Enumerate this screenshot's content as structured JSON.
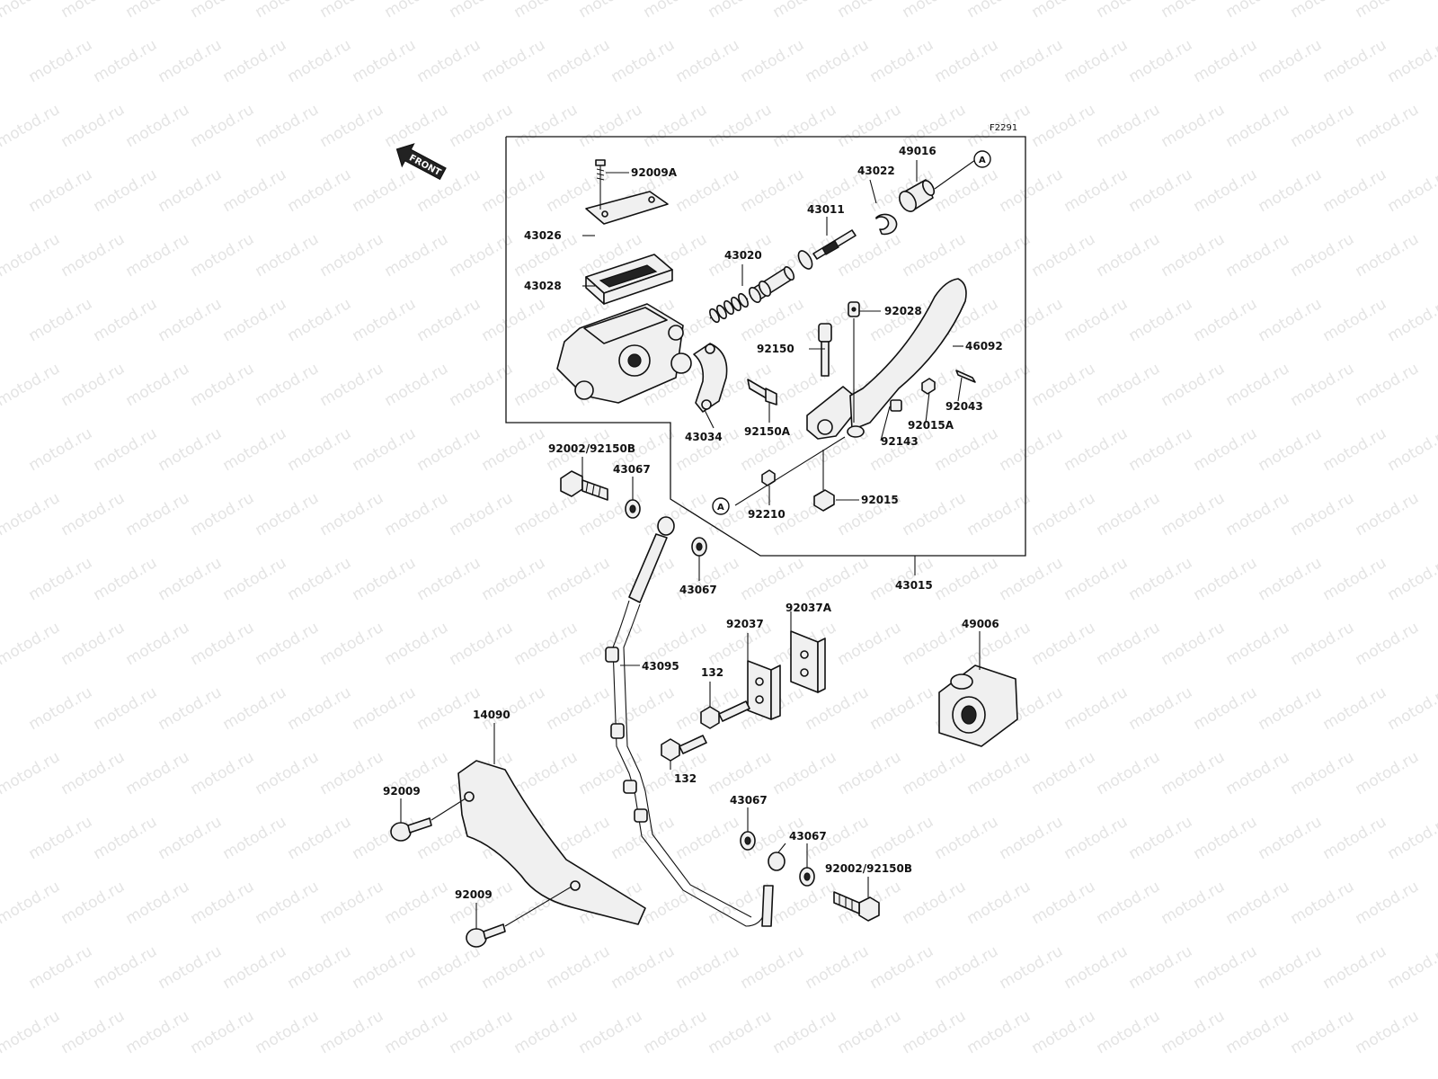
{
  "watermark": {
    "text": "motod.ru"
  },
  "diagram_code": "F2291",
  "front_indicator": "FRONT",
  "ref_markers": {
    "upper": "A",
    "lower": "A"
  },
  "part_labels": {
    "p92009A": "92009A",
    "p43026": "43026",
    "p43028": "43028",
    "p43020": "43020",
    "p43011": "43011",
    "p43022": "43022",
    "p49016": "49016",
    "p92028": "92028",
    "p92150": "92150",
    "p46092": "46092",
    "p92043": "92043",
    "p92015A": "92015A",
    "p92143": "92143",
    "p43034": "43034",
    "p92150A": "92150A",
    "p92210": "92210",
    "p92015": "92015",
    "p43015": "43015",
    "p92002_top": "92002/92150B",
    "p43067_a": "43067",
    "p43067_b": "43067",
    "p43095": "43095",
    "p92037": "92037",
    "p92037A": "92037A",
    "p132_a": "132",
    "p132_b": "132",
    "p49006": "49006",
    "p14090": "14090",
    "p92009_a": "92009",
    "p92009_b": "92009",
    "p43067_c": "43067",
    "p43067_d": "43067",
    "p92002_bottom": "92002/92150B"
  }
}
